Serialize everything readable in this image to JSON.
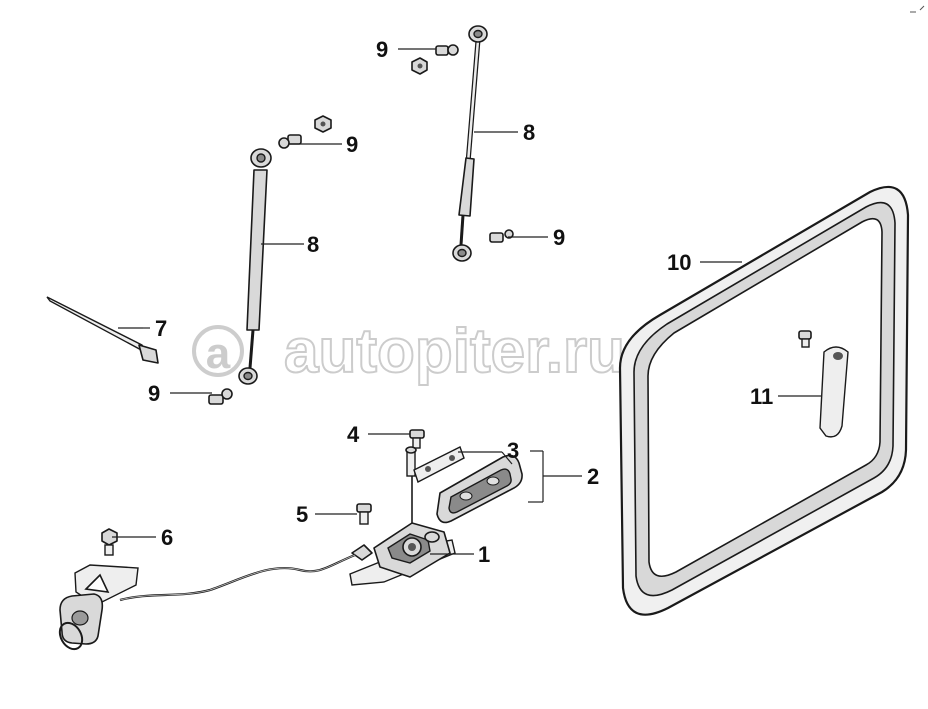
{
  "watermark": {
    "text": "autopiter.ru"
  },
  "callouts": [
    {
      "id": "1",
      "label": "1"
    },
    {
      "id": "2",
      "label": "2"
    },
    {
      "id": "3",
      "label": "3"
    },
    {
      "id": "4",
      "label": "4"
    },
    {
      "id": "5",
      "label": "5"
    },
    {
      "id": "6",
      "label": "6"
    },
    {
      "id": "7",
      "label": "7"
    },
    {
      "id": "8a",
      "label": "8"
    },
    {
      "id": "8b",
      "label": "8"
    },
    {
      "id": "9a",
      "label": "9"
    },
    {
      "id": "9b",
      "label": "9"
    },
    {
      "id": "9c",
      "label": "9"
    },
    {
      "id": "9d",
      "label": "9"
    },
    {
      "id": "10",
      "label": "10"
    },
    {
      "id": "11",
      "label": "11"
    }
  ]
}
